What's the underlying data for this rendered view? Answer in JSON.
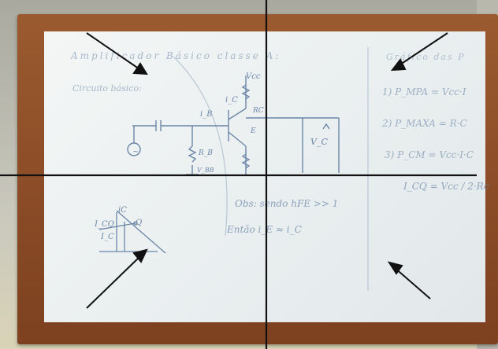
{
  "whiteboard": {
    "title": "Amplificador Básico classe A:",
    "circuit_label": "Circuito básico:",
    "right_heading": "Gráfico das P",
    "equations": [
      "1) P_MPA = Vcc·I",
      "2) P_MAXA = R·C",
      "3) P_CM = Vcc·I·C"
    ],
    "icq_eq": "I_CQ = Vcc / 2·Rc",
    "obs": "Obs: sendo hFE >> 1",
    "entao": "Então  i_E ≈ i_C",
    "graph_labels": [
      "iC",
      "I_CQ",
      "I_C",
      "Q"
    ],
    "circuit_labels": [
      "Vcc",
      "i_C",
      "RC",
      "i_B",
      "R_B",
      "V_BB",
      "V_C",
      "E",
      "~"
    ]
  },
  "colors": {
    "ink": "#6b86a8",
    "frame": "#8a4a26",
    "arrow": "#111111",
    "grid": "#111111"
  }
}
